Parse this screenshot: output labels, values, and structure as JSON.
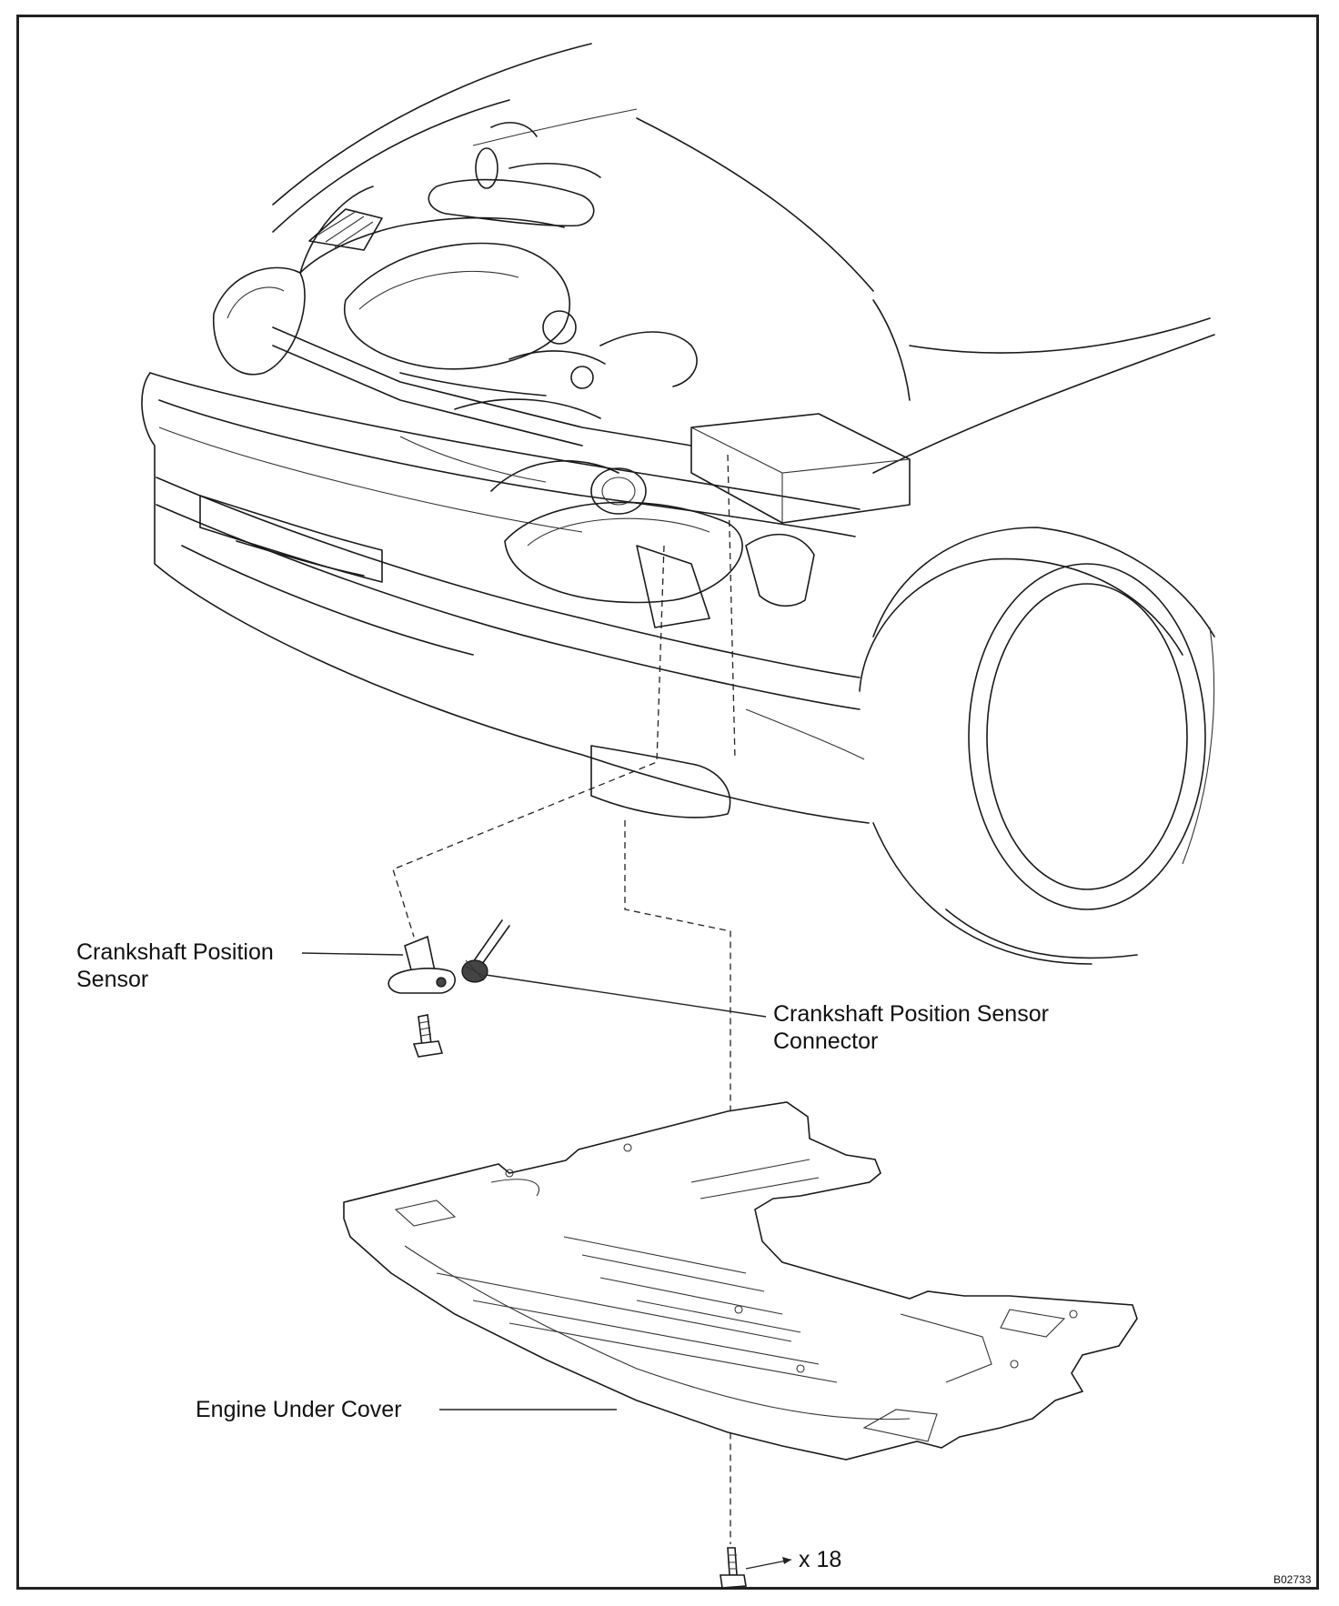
{
  "labels": {
    "crankshaft_sensor": [
      "Crankshaft Position",
      "Sensor"
    ],
    "sensor_connector": [
      "Crankshaft Position Sensor",
      "Connector"
    ],
    "under_cover": "Engine Under Cover",
    "bolt_count": "x 18",
    "figure_code": "B02733"
  }
}
